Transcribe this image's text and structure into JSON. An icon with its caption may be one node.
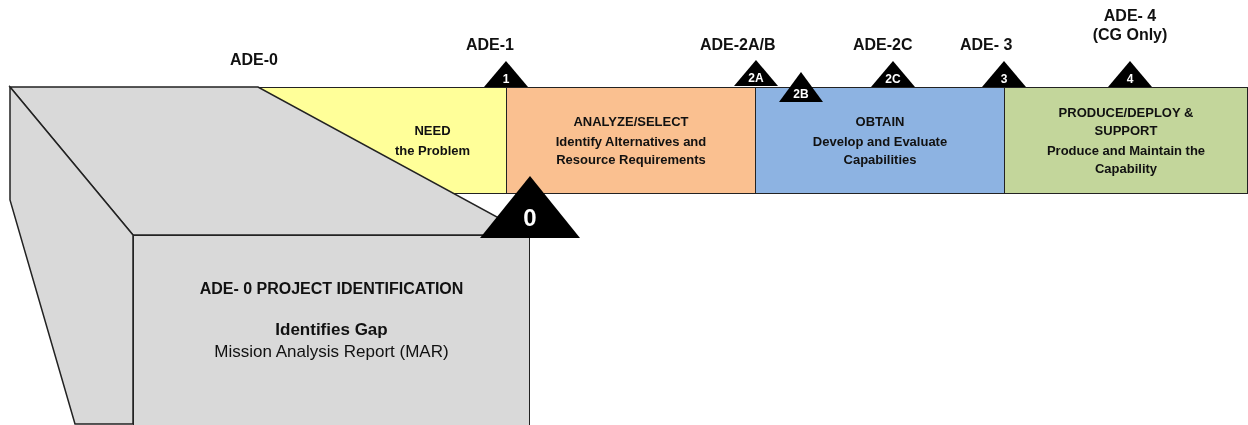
{
  "diagram": {
    "nodes": [
      {
        "text": [
          "ADE- 0 PROJECT IDENTIFICATION",
          "Identifies Gap",
          "Mission Analysis Report (MAR)"
        ]
      },
      {
        "text": [
          "NEED",
          "the Problem"
        ]
      },
      {
        "text": [
          "ANALYZE/SELECT",
          "Identify Alternatives and Resource Requirements"
        ]
      },
      {
        "text": [
          "OBTAIN",
          "Develop and Evaluate Capabilities"
        ]
      },
      {
        "text": [
          "PRODUCE/DEPLOY & SUPPORT",
          "Produce and Maintain the Capability"
        ]
      },
      {
        "text": [
          "0"
        ]
      },
      {
        "text": [
          "1"
        ],
        "beside": [
          "ADE-1"
        ]
      },
      {
        "text": [
          "2A"
        ],
        "beside": [
          "ADE-2A/B"
        ]
      },
      {
        "text": [
          "2B"
        ]
      },
      {
        "text": [
          "2C"
        ],
        "beside": [
          "ADE-2C"
        ]
      },
      {
        "text": [
          "3"
        ],
        "beside": [
          "ADE- 3"
        ]
      },
      {
        "text": [
          "4"
        ],
        "beside": [
          "ADE- 4 (CG Only)"
        ]
      }
    ],
    "labels": [
      "ADE-0"
    ]
  }
}
